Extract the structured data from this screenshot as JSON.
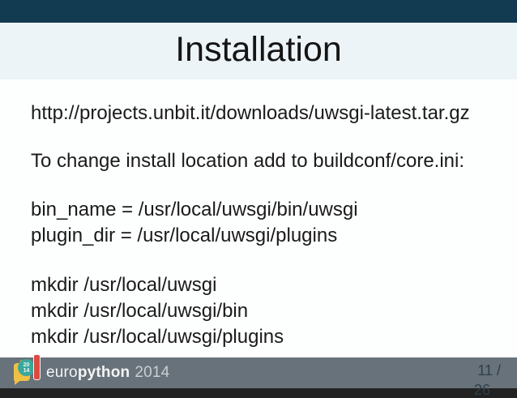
{
  "slide": {
    "title": "Installation",
    "lines": [
      "http://projects.unbit.it/downloads/uwsgi-latest.tar.gz",
      "To change install location add to buildconf/core.ini:",
      "bin_name = /usr/local/uwsgi/bin/uwsgi",
      "plugin_dir = /usr/local/uwsgi/plugins",
      "mkdir /usr/local/uwsgi",
      "mkdir /usr/local/uwsgi/bin",
      "mkdir /usr/local/uwsgi/plugins"
    ]
  },
  "footer": {
    "logo": {
      "year_top": "20",
      "year_bottom": "14"
    },
    "brand": {
      "euro": "euro",
      "python": "python",
      "year": "2014"
    },
    "page": {
      "current_line": "11 /",
      "total_line": "26"
    }
  },
  "colors": {
    "top_bar": "#123a50",
    "title_band_bg": "#edf4f7",
    "body_bg": "#fdfefe",
    "footer_bar": "#68727a",
    "text": "#1a1a1a",
    "page_text": "#2e3e4a",
    "logo_teal": "#39a89c",
    "logo_red": "#dc4b40",
    "logo_yellow": "#eec043",
    "logo_orange": "#e0913c"
  }
}
